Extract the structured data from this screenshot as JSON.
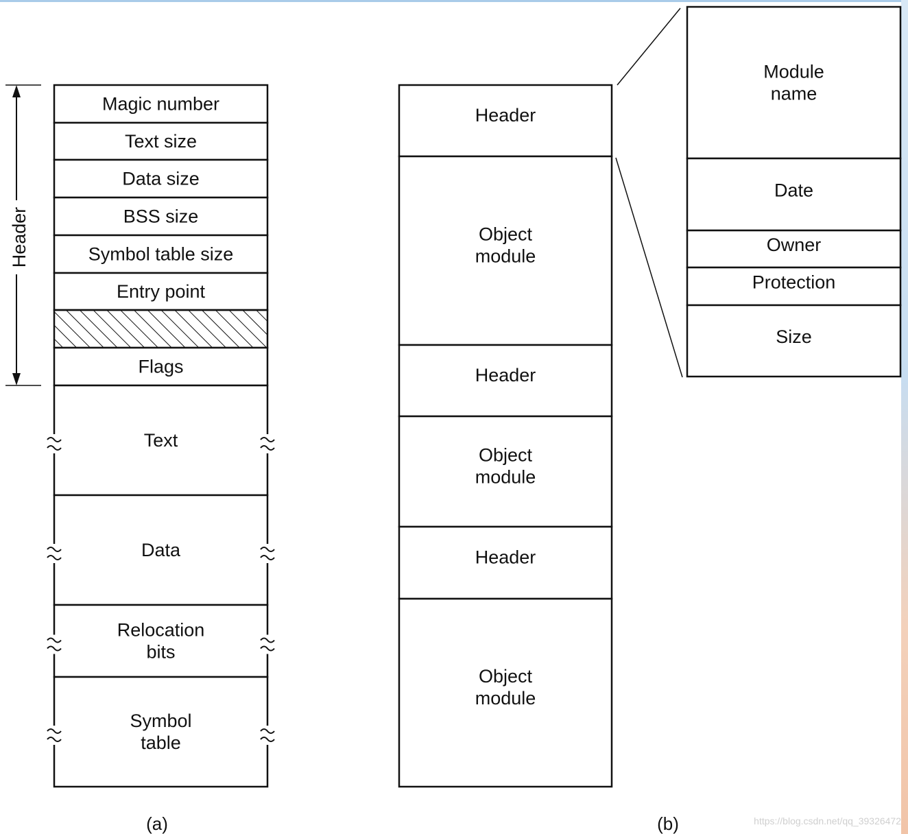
{
  "diagram_a": {
    "caption": "(a)",
    "header_label": "Header",
    "cells": [
      {
        "label": "Magic number",
        "hatched": false
      },
      {
        "label": "Text size",
        "hatched": false
      },
      {
        "label": "Data size",
        "hatched": false
      },
      {
        "label": "BSS size",
        "hatched": false
      },
      {
        "label": "Symbol table size",
        "hatched": false
      },
      {
        "label": "Entry point",
        "hatched": false
      },
      {
        "label": "",
        "hatched": true
      },
      {
        "label": "Flags",
        "hatched": false
      },
      {
        "label": "Text",
        "hatched": false,
        "broken": true
      },
      {
        "label": "Data",
        "hatched": false,
        "broken": true
      },
      {
        "label": "Relocation\nbits",
        "hatched": false,
        "broken": true
      },
      {
        "label": "Symbol\ntable",
        "hatched": false,
        "broken": true
      }
    ]
  },
  "diagram_b": {
    "caption": "(b)",
    "cells": [
      {
        "label": "Header"
      },
      {
        "label": "Object\nmodule"
      },
      {
        "label": "Header"
      },
      {
        "label": "Object\nmodule"
      },
      {
        "label": "Header"
      },
      {
        "label": "Object\nmodule"
      }
    ],
    "detail_cells": [
      {
        "label": "Module\nname"
      },
      {
        "label": "Date"
      },
      {
        "label": "Owner"
      },
      {
        "label": "Protection"
      },
      {
        "label": "Size"
      }
    ]
  },
  "watermark": "https://blog.csdn.net/qq_39326472"
}
